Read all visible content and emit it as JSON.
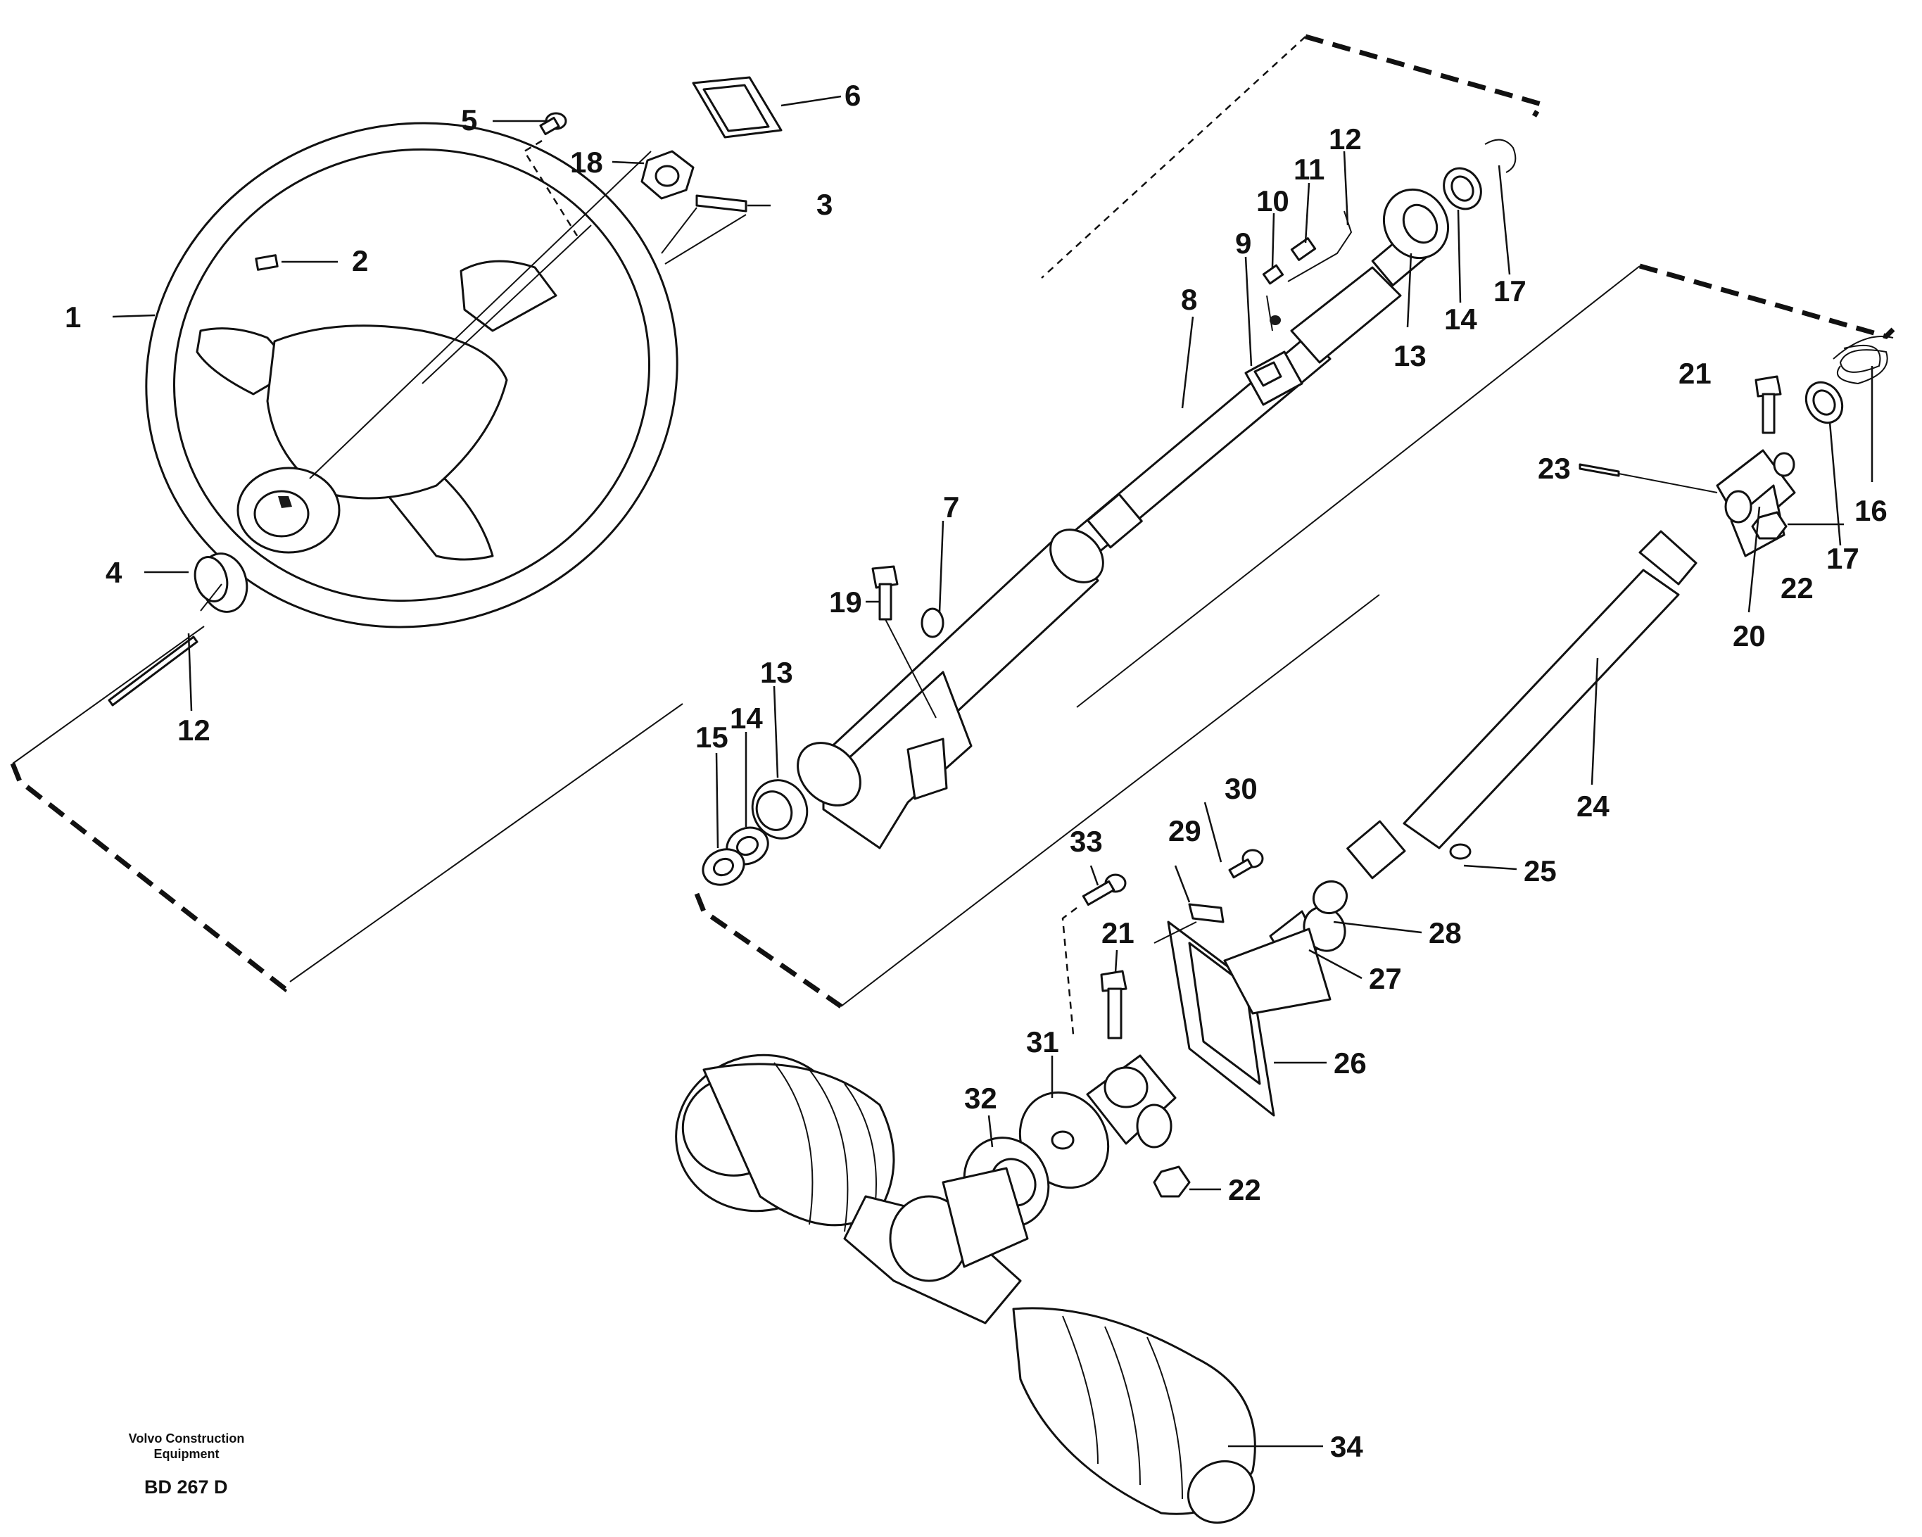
{
  "callouts": [
    {
      "id": "c1",
      "label": "1"
    },
    {
      "id": "c2",
      "label": "2"
    },
    {
      "id": "c3",
      "label": "3"
    },
    {
      "id": "c4",
      "label": "4"
    },
    {
      "id": "c5",
      "label": "5"
    },
    {
      "id": "c6",
      "label": "6"
    },
    {
      "id": "c18",
      "label": "18"
    },
    {
      "id": "c12a",
      "label": "12"
    },
    {
      "id": "c7",
      "label": "7"
    },
    {
      "id": "c8",
      "label": "8"
    },
    {
      "id": "c9",
      "label": "9"
    },
    {
      "id": "c10",
      "label": "10"
    },
    {
      "id": "c11",
      "label": "11"
    },
    {
      "id": "c12b",
      "label": "12"
    },
    {
      "id": "c13a",
      "label": "13"
    },
    {
      "id": "c14a",
      "label": "14"
    },
    {
      "id": "c17a",
      "label": "17"
    },
    {
      "id": "c13b",
      "label": "13"
    },
    {
      "id": "c14b",
      "label": "14"
    },
    {
      "id": "c15",
      "label": "15"
    },
    {
      "id": "c19",
      "label": "19"
    },
    {
      "id": "c21a",
      "label": "21"
    },
    {
      "id": "c16",
      "label": "16"
    },
    {
      "id": "c23",
      "label": "23"
    },
    {
      "id": "c17b",
      "label": "17"
    },
    {
      "id": "c22a",
      "label": "22"
    },
    {
      "id": "c20",
      "label": "20"
    },
    {
      "id": "c24",
      "label": "24"
    },
    {
      "id": "c25",
      "label": "25"
    },
    {
      "id": "c30",
      "label": "30"
    },
    {
      "id": "c29",
      "label": "29"
    },
    {
      "id": "c33",
      "label": "33"
    },
    {
      "id": "c28",
      "label": "28"
    },
    {
      "id": "c27",
      "label": "27"
    },
    {
      "id": "c21b",
      "label": "21"
    },
    {
      "id": "c26",
      "label": "26"
    },
    {
      "id": "c31",
      "label": "31"
    },
    {
      "id": "c32",
      "label": "32"
    },
    {
      "id": "c22b",
      "label": "22"
    },
    {
      "id": "c34",
      "label": "34"
    }
  ],
  "footer": {
    "company_line1": "Volvo Construction",
    "company_line2": "Equipment",
    "drawing_code": "BD 267 D"
  }
}
